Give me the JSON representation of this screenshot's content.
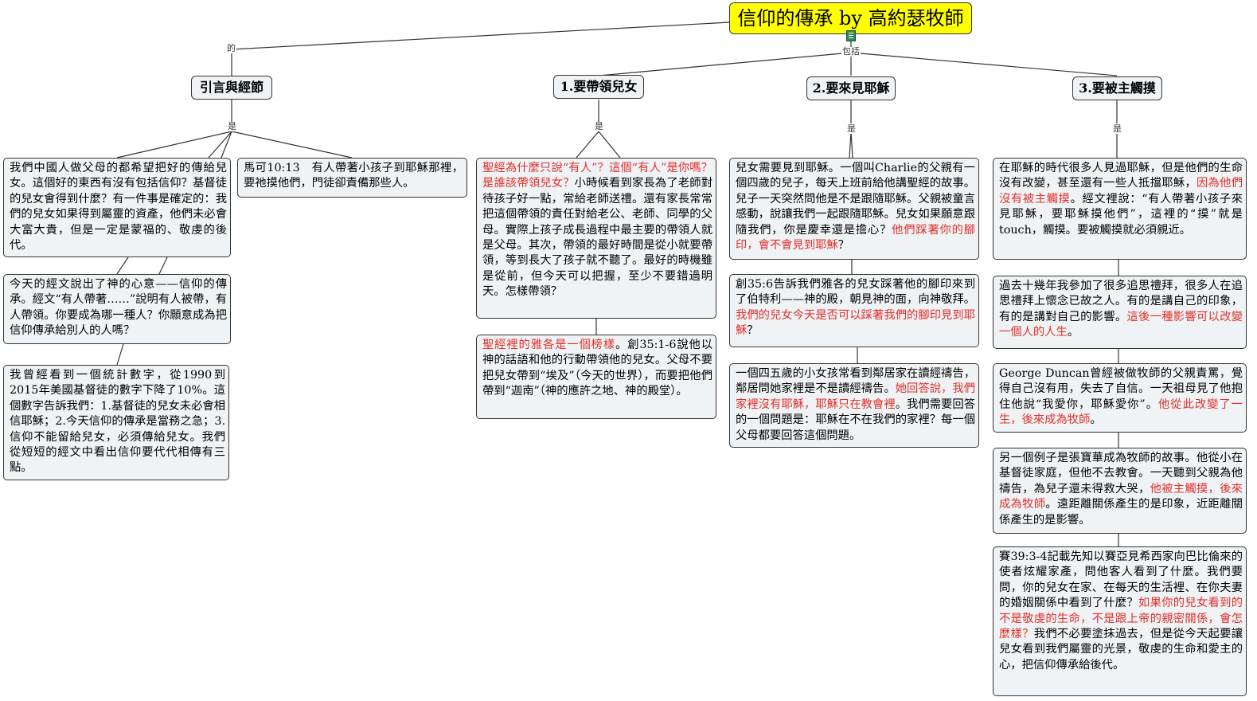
{
  "title": "信仰的傳承 by 高約瑟牧師",
  "connectors": {
    "intro": "的",
    "main": "包括",
    "is": "是"
  },
  "branches": {
    "intro": "引言與經節",
    "b1": "1.要帶領兒女",
    "b2": "2.要來見耶穌",
    "b3": "3.要被主觸摸"
  },
  "intro": {
    "n1": "我們中國人做父母的都希望把好的傳給兒女。這個好的東西有沒有包括信仰？基督徒的兒女會得到什麼？有一件事是確定的：我們的兒女如果得到屬靈的資產，他們未必會大富大貴，但是一定是蒙福的、敬虔的後代。",
    "n2": "今天的經文說出了神的心意——信仰的傳承。經文“有人帶著……”說明有人被帶，有人帶領。你要成為哪一種人？你願意成為把信仰傳承給別人的人嗎？",
    "n3": "我曾經看到一個統計數字，從1990到2015年美國基督徒的數字下降了10%。這個數字告訴我們：1.基督徒的兒女未必會相信耶穌；2.今天信仰的傳承是當務之急；3.信仰不能留給兒女，必須傳給兒女。我們從短短的經文中看出信仰要代代相傳有三點。",
    "n4": "馬可10:13　有人帶著小孩子到耶穌那裡，要祂摸他們，門徒卻責備那些人。"
  },
  "b1": {
    "n1_red": "聖經為什麼只說“有人”？這個“有人”是你嗎？是誰該帶領兒女？",
    "n1_rest": "小時候看到家長為了老師對待孩子好一點，常給老師送禮。還有家長常常把這個帶領的責任對給老公、老師、同學的父母。實際上孩子成長過程中最主要的帶領人就是父母。其次，帶領的最好時間是從小就要帶領，等到長大了孩子就不聽了。最好的時機雖是從前，但今天可以把握，至少不要錯過明天。怎樣帶領？",
    "n2_red": "聖經裡的雅各是一個榜樣",
    "n2_rest": "。創35:1-6說他以神的話語和他的行動帶領他的兒女。父母不要把兒女帶到“埃及”（今天的世界），而要把他們帶到“迦南”（神的應許之地、神的殿堂）。"
  },
  "b2": {
    "n1_pre": "兒女需要見到耶穌。一個叫Charlie的父親有一個四歲的兒子，每天上班前給他講聖經的故事。兒子一天突然問他是不是跟隨耶穌。父親被童言感動，說讓我們一起跟隨耶穌。兒女如果願意跟隨我們，你是慶幸還是擔心？",
    "n1_red": "他們踩著你的腳印，會不會見到耶穌",
    "n1_post": "？",
    "n2_pre": "創35:6告訴我們雅各的兒女踩著他的腳印來到了伯特利——神的殿，朝見神的面，向神敬拜。",
    "n2_red": "我們的兒女今天是否可以踩著我們的腳印見到耶穌",
    "n2_post": "？",
    "n3_pre": "一個四五歲的小女孩常看到鄰居家在讀經禱告，鄰居問她家裡是不是讀經禱告。",
    "n3_red": "她回答說，我們家裡沒有耶穌，耶穌只在教會裡",
    "n3_post": "。我們需要回答的一個問題是：耶穌在不在我們的家裡？每一個父母都要回答這個問題。"
  },
  "b3": {
    "n1_pre": "在耶穌的時代很多人見過耶穌，但是他們的生命沒有改變，甚至還有一些人抵擋耶穌，",
    "n1_red": "因為他們沒有被主觸摸",
    "n1_post": "。經文裡說：“有人帶著小孩子來見耶穌，要耶穌摸他們”，這裡的“摸”就是touch，觸摸。要被觸摸就必須親近。",
    "n2_pre": "過去十幾年我參加了很多追思禮拜，很多人在追思禮拜上懷念已故之人。有的是講自己的印象，有的是講對自己的影響。",
    "n2_red": "這後一種影響可以改變一個人的人生",
    "n2_post": "。",
    "n3_pre": "George Duncan曾經被做牧師的父親責罵，覺得自己沒有用，失去了自信。一天祖母見了他抱住他說“我愛你，耶穌愛你”。",
    "n3_red": "他從此改變了一生，後來成為牧師",
    "n3_post": "。",
    "n4_pre": "另一個例子是張寶華成為牧師的故事。他從小在基督徒家庭，但他不去教會。一天聽到父親為他禱告，為兒子還未得救大哭，",
    "n4_red": "他被主觸摸，後來成為牧師",
    "n4_post": "。遠距離關係產生的是印象，近距離關係產生的是影響。",
    "n5_pre": "賽39:3-4記載先知以賽亞見希西家向巴比倫來的使者炫耀家產，問他客人看到了什麼。我們要問，你的兒女在家、在每天的生活裡、在你夫妻的婚姻關係中看到了什麼？",
    "n5_red": "如果你的兒女看到的不是敬虔的生命，不是跟上帝的親密關係，會怎麼樣？",
    "n5_post": "我們不必要塗抹過去，但是從今天起要讓兒女看到我們屬靈的光景，敬虔的生命和愛主的心，把信仰傳承給後代。"
  }
}
